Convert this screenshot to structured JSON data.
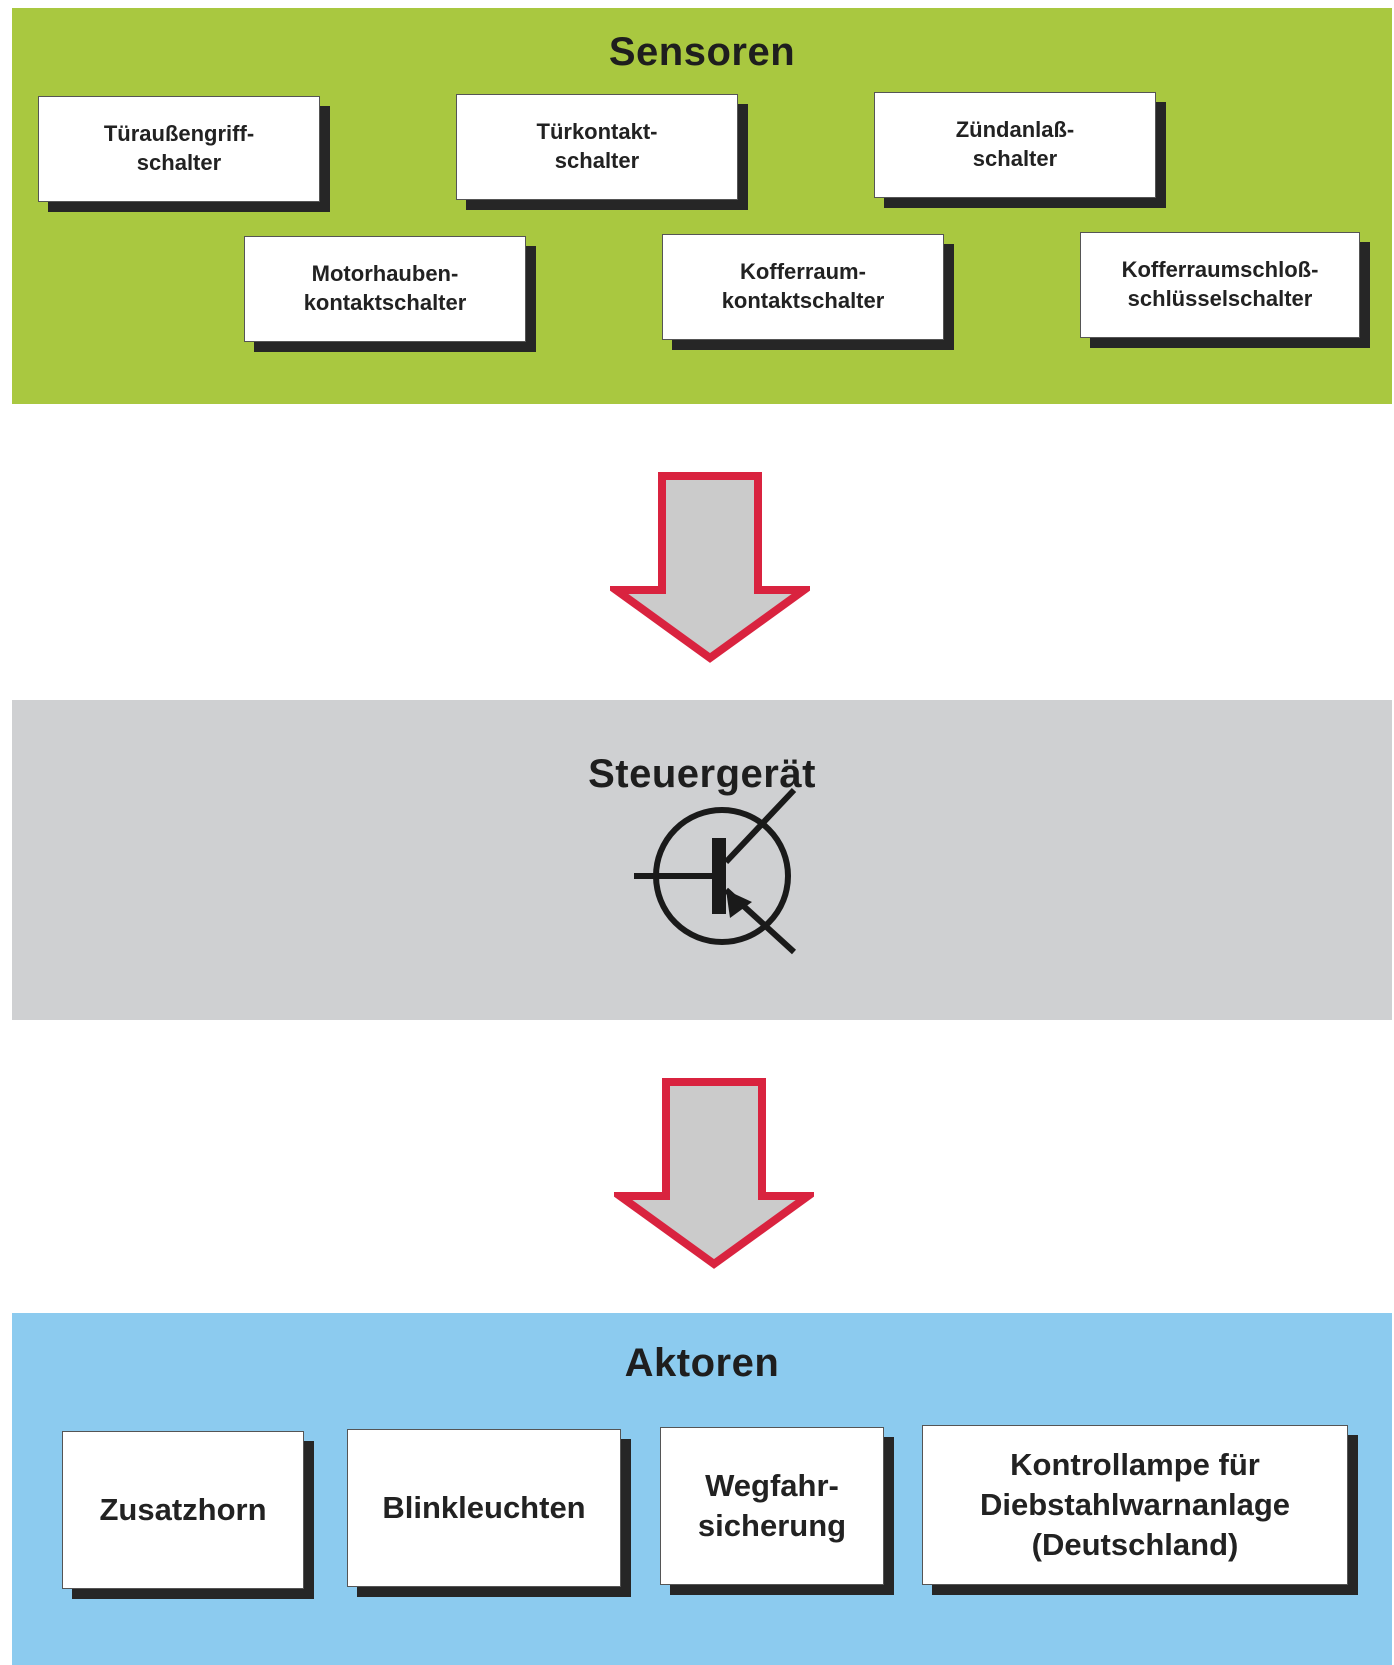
{
  "sensors": {
    "title": "Sensoren",
    "items": [
      {
        "label": "Türaußengriff-\nschalter"
      },
      {
        "label": "Türkontakt-\nschalter"
      },
      {
        "label": "Zündanlaß-\nschalter"
      },
      {
        "label": "Motorhauben-\nkontaktschalter"
      },
      {
        "label": "Kofferraum-\nkontaktschalter"
      },
      {
        "label": "Kofferraumschloß-\nschlüsselschalter"
      }
    ]
  },
  "control_unit": {
    "title": "Steuergerät",
    "icon": "transistor-icon"
  },
  "actuators": {
    "title": "Aktoren",
    "items": [
      {
        "label": "Zusatzhorn"
      },
      {
        "label": "Blinkleuchten"
      },
      {
        "label": "Wegfahr-\nsicherung"
      },
      {
        "label": "Kontrollampe für\nDiebstahlwarnanlage\n(Deutschland)"
      }
    ]
  },
  "colors": {
    "sensors_bg": "#a9c840",
    "control_bg": "#cfd0d2",
    "actuators_bg": "#8ccbef",
    "arrow_outline": "#d9233f",
    "arrow_fill": "#cbcbcb"
  }
}
